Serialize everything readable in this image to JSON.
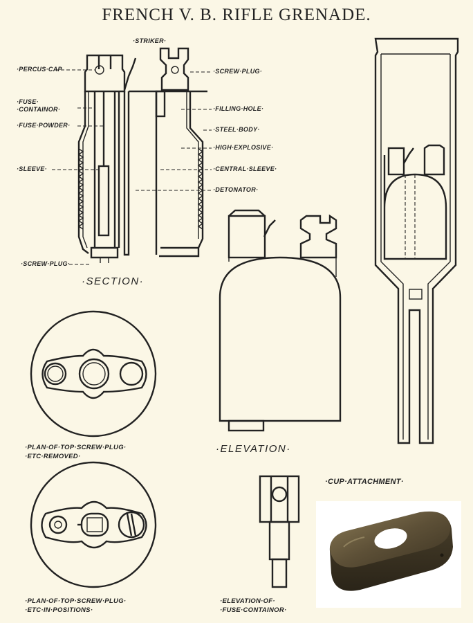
{
  "title": "FRENCH V. B. RIFLE GRENADE.",
  "section_labels": {
    "striker": "·STRIKER·",
    "percussion_cap": "·PERCUS·CAP",
    "screw_plug_top": "·SCREW·PLUG·",
    "fuse_container": "·FUSE·\n·CONTAINOR·",
    "fuse_powder": "·FUSE·POWDER·",
    "filling_hole": "·FILLING·HOLE·",
    "steel_body": "·STEEL·BODY·",
    "high_explosive": "·HIGH·EXPLOSIVE·",
    "sleeve": "·SLEEVE·",
    "central_sleeve": "·CENTRAL·SLEEVE·",
    "detonator": "·DETONATOR·",
    "screw_plug_bottom": "·SCREW·PLUG·"
  },
  "captions": {
    "section": "·SECTION·",
    "elevation": "·ELEVATION·",
    "plan_removed": "·PLAN·OF·TOP·SCREW·PLUG·\n·ETC·REMOVED·",
    "plan_positions": "·PLAN·OF·TOP·SCREW·PLUG·\n·ETC·IN·POSITIONS·",
    "elevation_fuse": "·ELEVATION·OF·\n·FUSE·CONTAINOR·",
    "cup_attachment": "·CUP·ATTACHMENT·"
  },
  "colors": {
    "paper": "#fbf7e6",
    "ink": "#222222",
    "metal_dark": "#3c3322",
    "metal_light": "#8a7a55"
  }
}
